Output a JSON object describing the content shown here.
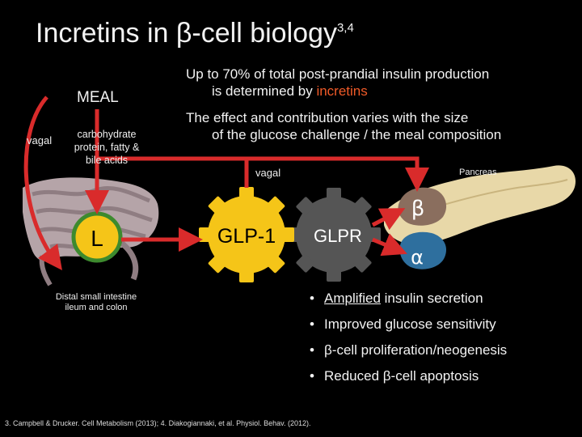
{
  "title": {
    "main": "Incretins in β-cell biology",
    "superscript": "3,4"
  },
  "intro": {
    "line1": "Up to 70% of total post-prandial insulin production",
    "line2_prefix": "is determined by ",
    "line2_highlight": "incretins",
    "line3": "The effect and contribution varies with the size",
    "line4": "of the glucose challenge / the meal composition"
  },
  "diagram": {
    "meal": "MEAL",
    "vagal_left": "vagal",
    "nutrients": [
      "carbohydrate",
      "protein, fatty &",
      "bile acids"
    ],
    "l_cell": "L",
    "distal": [
      "Distal small intestine",
      "ileum and colon"
    ],
    "vagal_mid": "vagal",
    "glp1": "GLP-1",
    "glpr": "GLPR",
    "pancreas": "Pancreas",
    "beta": "β",
    "alpha": "α"
  },
  "effects": [
    {
      "underlined": "Amplified",
      "rest": " insulin secretion"
    },
    {
      "underlined": "",
      "rest": "Improved glucose sensitivity"
    },
    {
      "underlined": "",
      "rest": "β-cell proliferation/neogenesis"
    },
    {
      "underlined": "",
      "rest": "Reduced β-cell apoptosis"
    }
  ],
  "bullet_symbol": "•",
  "reference": "3. Campbell & Drucker. Cell Metabolism (2013); 4. Diakogiannaki, et al. Physiol. Behav. (2012).",
  "colors": {
    "arrow": "#d92b2b",
    "gear_gray": "#555555",
    "glp1_gold": "#f5c518",
    "l_green": "#3d8a2e",
    "beta": "#8a6e5e",
    "alpha": "#2e6f9e",
    "pancreas": "#e8d8a8",
    "intestine": "#b5a4a8"
  }
}
